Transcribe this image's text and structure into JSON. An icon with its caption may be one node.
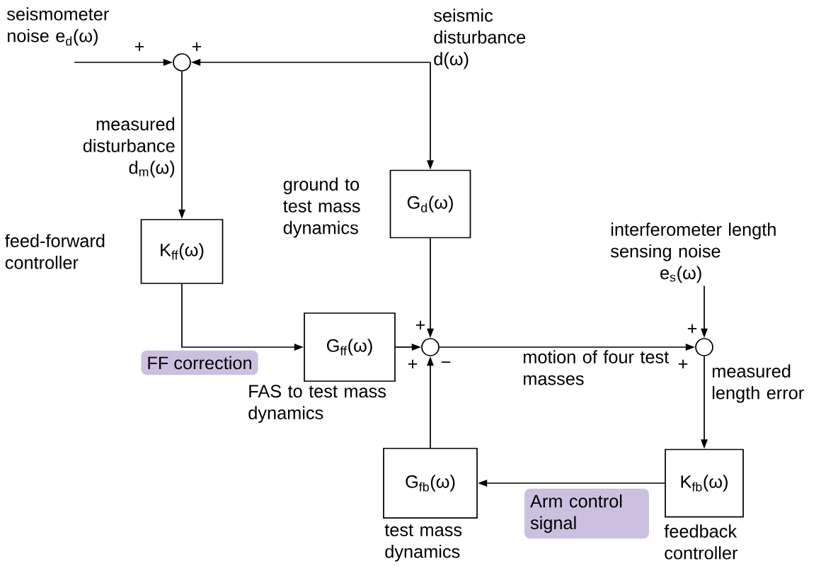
{
  "diagram": {
    "nodes": [
      {
        "text": [
          "seismometer noise e$_{d}$(ω)"
        ]
      },
      {
        "text": [],
        "shape": "circle"
      },
      {
        "text": [
          "seismic disturbance d(ω)"
        ]
      },
      {
        "text": [
          "K$_{ff}$(ω)"
        ],
        "beside": [
          "feed-forward controller"
        ]
      },
      {
        "text": [
          "G$_{d}$(ω)"
        ],
        "beside": [
          "ground to test mass dynamics"
        ]
      },
      {
        "text": [
          "G$_{ff}$(ω)"
        ],
        "beside": [
          "FAS to test mass dynamics"
        ]
      },
      {
        "text": [],
        "shape": "circle"
      },
      {
        "text": [],
        "shape": "circle"
      },
      {
        "text": [
          "interferometer length sensing noise",
          "e$_{s}$(ω)"
        ]
      },
      {
        "text": [
          "K$_{fb}$(ω)"
        ],
        "beside": [
          "feedback controller"
        ]
      },
      {
        "text": [
          "G$_{fb}$(ω)"
        ],
        "beside": [
          "test mass dynamics"
        ]
      }
    ],
    "edges": [
      {
        "from": 0,
        "to": 1,
        "arrow": "to"
      },
      {
        "from": 2,
        "to": 1,
        "arrow": "to"
      },
      {
        "from": 2,
        "to": 4,
        "arrow": "to"
      },
      {
        "from": 1,
        "to": 3,
        "arrow": "to",
        "label": "measured disturbance d$_{m}$(ω)"
      },
      {
        "from": 3,
        "to": 5,
        "arrow": "to",
        "label": "FF correction"
      },
      {
        "from": 5,
        "to": 6,
        "arrow": "to"
      },
      {
        "from": 4,
        "to": 6,
        "arrow": "to"
      },
      {
        "from": 10,
        "to": 6,
        "arrow": "to"
      },
      {
        "from": 6,
        "to": 7,
        "arrow": "to",
        "label": "motion of four test masses"
      },
      {
        "from": 8,
        "to": 7,
        "arrow": "to"
      },
      {
        "from": 7,
        "to": 9,
        "arrow": "to",
        "label": "measured length error"
      },
      {
        "from": 9,
        "to": 10,
        "arrow": "to",
        "label": "Arm control signal"
      }
    ],
    "labels": [
      "+",
      "+",
      "+",
      "+",
      "+",
      "−",
      "+"
    ]
  }
}
